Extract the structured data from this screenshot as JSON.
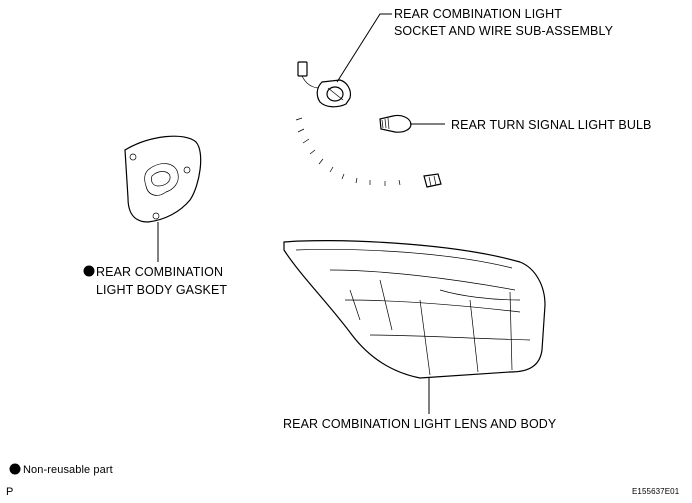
{
  "callouts": {
    "socket_line1": "REAR COMBINATION LIGHT",
    "socket_line2": "SOCKET AND WIRE SUB-ASSEMBLY",
    "bulb": "REAR TURN SIGNAL LIGHT BULB",
    "gasket_line1": "REAR COMBINATION",
    "gasket_line2": "LIGHT BODY GASKET",
    "lens": "REAR COMBINATION LIGHT LENS AND BODY"
  },
  "legend": {
    "text": "Non-reusable part"
  },
  "footer": {
    "left_mark": "P",
    "figure_id": "E155637E01"
  }
}
